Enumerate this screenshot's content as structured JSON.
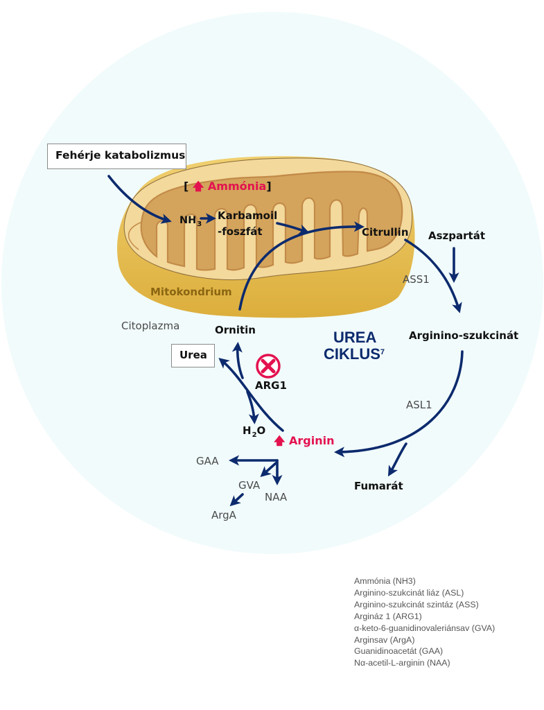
{
  "colors": {
    "background_circle": "#f1fbfb",
    "arrow": "#0c2a6d",
    "highlight": "#e3124f",
    "mito_outer": "#e2b84c",
    "mito_cut_surface": "#f3d99b",
    "mito_matrix": "#d4a45c",
    "mito_label": "#8a6512"
  },
  "labels": {
    "protein_catabolism": "Fehérje katabolizmus",
    "ammonia_bracket_open": "[",
    "ammonia": "Ammónia",
    "ammonia_bracket_close": "]",
    "nh3_main": "NH",
    "nh3_sub": "3",
    "carbamoyl_line1": "Karbamoil",
    "carbamoyl_line2": "-foszfát",
    "citrulline": "Citrullin",
    "aspartate": "Aszpartát",
    "mitochondrion": "Mitokondrium",
    "cytoplasm": "Citoplazma",
    "ornithine": "Ornitin",
    "ass1": "ASS1",
    "argininosuccinate": "Arginino-szukcinát",
    "cycle_line1": "UREA",
    "cycle_line2": "CIKLUS",
    "cycle_ref": "7",
    "urea": "Urea",
    "arg1": "ARG1",
    "asl1": "ASL1",
    "water_main": "H",
    "water_sub": "2",
    "water_tail": "O",
    "arginine": "Arginin",
    "fumarate": "Fumarát",
    "gaa": "GAA",
    "gva": "GVA",
    "naa": "NAA",
    "arga": "ArgA"
  },
  "icons": {
    "up_arrow": "up-arrow-icon",
    "blocked": "blocked-x-icon"
  },
  "legend": [
    "Ammónia (NH3)",
    "Arginino-szukcinát liáz (ASL)",
    "Arginino-szukcinát szintáz (ASS)",
    "Argináz 1 (ARG1)",
    "α-keto-6-guanidinovaleriánsav (GVA)",
    "Arginsav (ArgA)",
    "Guanidinoacetát (GAA)",
    "Nα-acetil-L-arginin (NAA)"
  ]
}
